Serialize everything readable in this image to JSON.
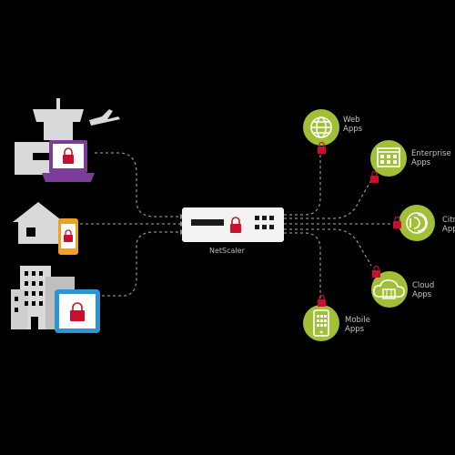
{
  "colors": {
    "background": "#000000",
    "connector": "#8a8a8a",
    "building": "#d9d9d9",
    "laptop": "#7b3d97",
    "phone": "#f1a01f",
    "tablet": "#2f93d1",
    "lock": "#c8102e",
    "app_circle": "#a2c037",
    "appliance": "#f2f2f2"
  },
  "center": {
    "label": "NetScaler",
    "icon": "netscaler-appliance"
  },
  "sources": [
    {
      "name": "airport-office",
      "icon": "control-tower-airplane-icon",
      "device_icon": "laptop-lock-icon"
    },
    {
      "name": "home",
      "icon": "house-icon",
      "device_icon": "phone-lock-icon"
    },
    {
      "name": "office-buildings",
      "icon": "buildings-icon",
      "device_icon": "tablet-lock-icon"
    }
  ],
  "apps": [
    {
      "line1": "Web",
      "line2": "Apps",
      "icon": "globe-icon"
    },
    {
      "line1": "Enterprise",
      "line2": "Apps",
      "icon": "enterprise-apps-icon"
    },
    {
      "line1": "Citrix",
      "line2": "Apps",
      "icon": "citrix-receiver-icon"
    },
    {
      "line1": "Cloud",
      "line2": "Apps",
      "icon": "cloud-icon"
    },
    {
      "line1": "Mobile",
      "line2": "Apps",
      "icon": "mobile-phone-icon"
    }
  ]
}
